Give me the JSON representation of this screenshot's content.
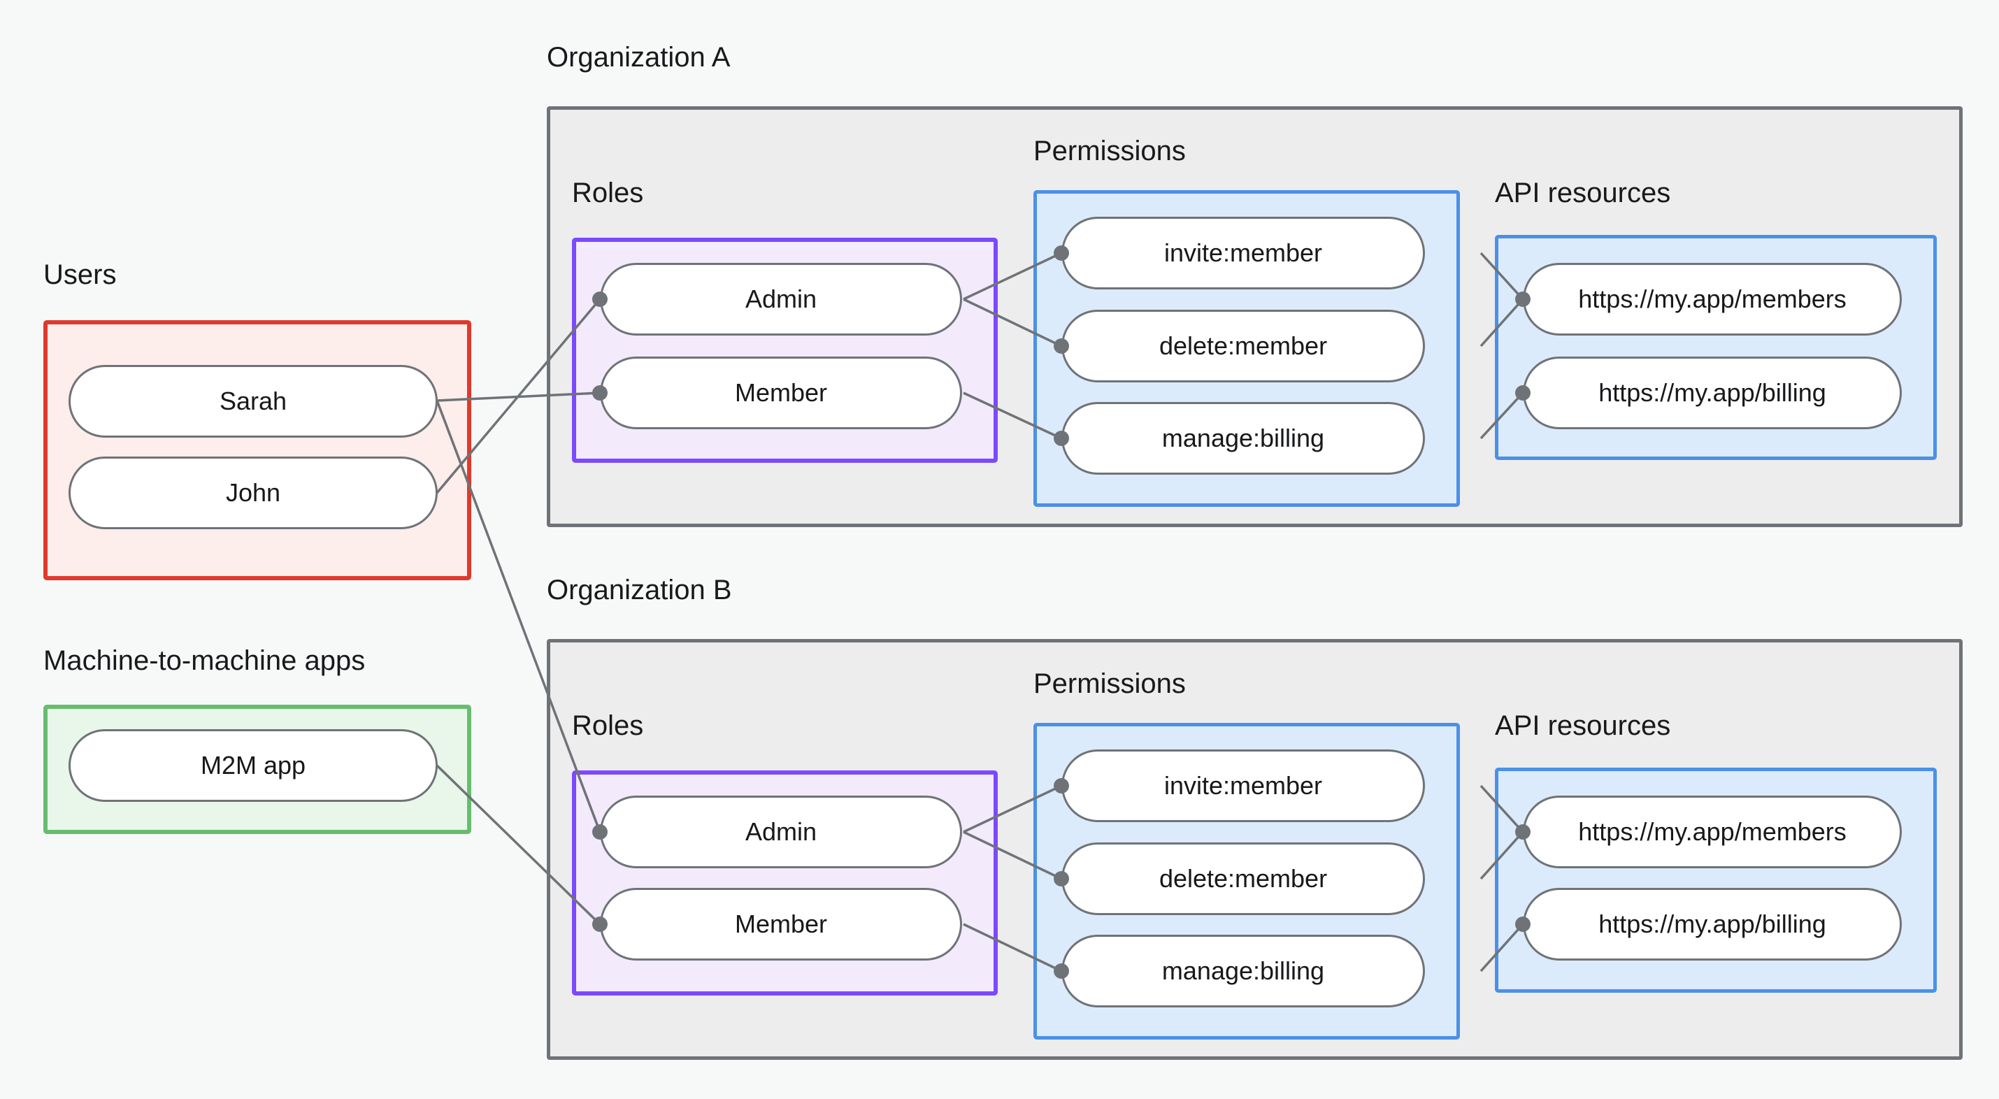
{
  "diagram": {
    "title_hidden": "",
    "colors": {
      "canvas": "#f7f9f9",
      "org_fill": "#ededed",
      "org_border": "#6f7377",
      "users_fill": "#fdedeb",
      "users_border": "#e0392c",
      "m2m_fill": "#e9f6ea",
      "m2m_border": "#67bd6d",
      "roles_fill": "#f3eafc",
      "roles_border": "#7b49ff",
      "permissions_fill": "#dcebfb",
      "permissions_border": "#4a90e8",
      "api_fill": "#dcebfb",
      "api_border": "#4a90e8",
      "node_fill": "#ffffff",
      "node_border": "#6f7377",
      "edge": "#6f7377",
      "text": "#17181a"
    }
  },
  "users_group": {
    "label": "Users",
    "items": [
      {
        "label": "Sarah"
      },
      {
        "label": "John"
      }
    ]
  },
  "m2m_group": {
    "label": "Machine-to-machine apps",
    "items": [
      {
        "label": "M2M app"
      }
    ]
  },
  "organizations": [
    {
      "label": "Organization A",
      "roles": {
        "label": "Roles",
        "items": [
          {
            "label": "Admin"
          },
          {
            "label": "Member"
          }
        ]
      },
      "permissions": {
        "label": "Permissions",
        "items": [
          {
            "label": "invite:member"
          },
          {
            "label": "delete:member"
          },
          {
            "label": "manage:billing"
          }
        ]
      },
      "api_resources": {
        "label": "API resources",
        "items": [
          {
            "label": "https://my.app/members"
          },
          {
            "label": "https://my.app/billing"
          }
        ]
      }
    },
    {
      "label": "Organization B",
      "roles": {
        "label": "Roles",
        "items": [
          {
            "label": "Admin"
          },
          {
            "label": "Member"
          }
        ]
      },
      "permissions": {
        "label": "Permissions",
        "items": [
          {
            "label": "invite:member"
          },
          {
            "label": "delete:member"
          },
          {
            "label": "manage:billing"
          }
        ]
      },
      "api_resources": {
        "label": "API resources",
        "items": [
          {
            "label": "https://my.app/members"
          },
          {
            "label": "https://my.app/billing"
          }
        ]
      }
    }
  ],
  "connections": [
    {
      "from": "Sarah",
      "to": "Organization A / Member"
    },
    {
      "from": "Sarah",
      "to": "Organization B / Admin"
    },
    {
      "from": "John",
      "to": "Organization A / Admin"
    },
    {
      "from": "M2M app",
      "to": "Organization B / Member"
    },
    {
      "from": "Organization A / Admin",
      "to": "Organization A / invite:member"
    },
    {
      "from": "Organization A / Admin",
      "to": "Organization A / delete:member"
    },
    {
      "from": "Organization A / Member",
      "to": "Organization A / manage:billing"
    },
    {
      "from": "Organization A / invite:member",
      "to": "Organization A / https://my.app/members"
    },
    {
      "from": "Organization A / delete:member",
      "to": "Organization A / https://my.app/members"
    },
    {
      "from": "Organization A / manage:billing",
      "to": "Organization A / https://my.app/billing"
    },
    {
      "from": "Organization B / Admin",
      "to": "Organization B / invite:member"
    },
    {
      "from": "Organization B / Admin",
      "to": "Organization B / delete:member"
    },
    {
      "from": "Organization B / Member",
      "to": "Organization B / manage:billing"
    },
    {
      "from": "Organization B / invite:member",
      "to": "Organization B / https://my.app/members"
    },
    {
      "from": "Organization B / delete:member",
      "to": "Organization B / https://my.app/members"
    },
    {
      "from": "Organization B / manage:billing",
      "to": "Organization B / https://my.app/billing"
    }
  ]
}
